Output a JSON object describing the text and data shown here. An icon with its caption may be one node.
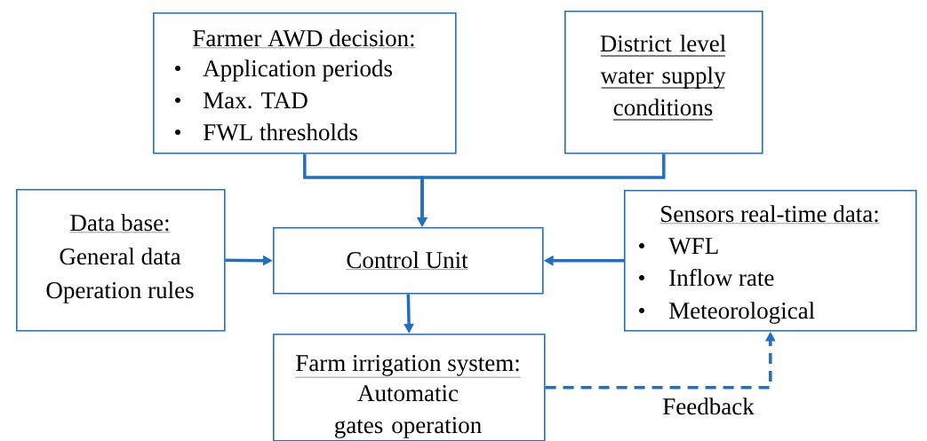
{
  "diagram": {
    "nodes": [
      {
        "text": [
          "Farmer AWD decision:",
          "Application periods",
          "Max. TAD",
          "FWL thresholds"
        ]
      },
      {
        "text": [
          "District level water supply conditions"
        ]
      },
      {
        "text": [
          "Data base:",
          "General data",
          "Operation rules"
        ]
      },
      {
        "text": [
          "Control Unit"
        ]
      },
      {
        "text": [
          "Sensors real-time data:",
          "WFL",
          "Inflow rate",
          "Meteorological"
        ]
      },
      {
        "text": [
          "Farm irrigation system:",
          "Automatic gates operation"
        ]
      }
    ],
    "edges": [
      {
        "from": 0,
        "to": 3,
        "arrow": "to"
      },
      {
        "from": 1,
        "to": 3,
        "arrow": "to"
      },
      {
        "from": 2,
        "to": 3,
        "arrow": "to"
      },
      {
        "from": 4,
        "to": 3,
        "arrow": "to"
      },
      {
        "from": 3,
        "to": 5,
        "arrow": "to"
      },
      {
        "from": 5,
        "to": 4,
        "arrow": "to",
        "style": "dashed",
        "label": "Feedback"
      }
    ]
  }
}
